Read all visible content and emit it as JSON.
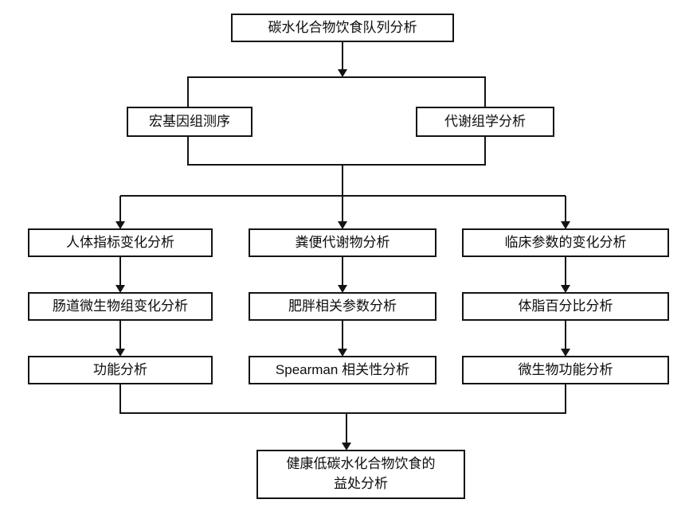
{
  "diagram": {
    "type": "flowchart",
    "background_color": "#ffffff",
    "line_color": "#141414",
    "box_border_color": "#141414",
    "text_color": "#0d0d0d",
    "nodes": {
      "cohort": {
        "label": "碳水化合物饮食队列分析"
      },
      "metagenomics": {
        "label": "宏基因组测序"
      },
      "metabolomics": {
        "label": "代谢组学分析"
      },
      "body_index": {
        "label": "人体指标变化分析"
      },
      "fecal_metabolites": {
        "label": "粪便代谢物分析"
      },
      "clinical_params": {
        "label": "临床参数的变化分析"
      },
      "gut_microbiome": {
        "label": "肠道微生物组变化分析"
      },
      "obesity_params": {
        "label": "肥胖相关参数分析"
      },
      "body_fat": {
        "label": "体脂百分比分析"
      },
      "functional": {
        "label": "功能分析"
      },
      "spearman": {
        "label": "Spearman 相关性分析"
      },
      "microbial_function": {
        "label": "微生物功能分析"
      },
      "benefits": {
        "label_line1": "健康低碳水化合物饮食的",
        "label_line2": "益处分析"
      }
    },
    "edges": [
      {
        "from": "cohort",
        "to": "metagenomics"
      },
      {
        "from": "cohort",
        "to": "metabolomics"
      },
      {
        "from": "metagenomics",
        "to": "body_index"
      },
      {
        "from": "metagenomics",
        "to": "fecal_metabolites"
      },
      {
        "from": "metagenomics",
        "to": "clinical_params"
      },
      {
        "from": "metabolomics",
        "to": "body_index"
      },
      {
        "from": "metabolomics",
        "to": "fecal_metabolites"
      },
      {
        "from": "metabolomics",
        "to": "clinical_params"
      },
      {
        "from": "body_index",
        "to": "gut_microbiome"
      },
      {
        "from": "gut_microbiome",
        "to": "functional"
      },
      {
        "from": "fecal_metabolites",
        "to": "obesity_params"
      },
      {
        "from": "obesity_params",
        "to": "spearman"
      },
      {
        "from": "clinical_params",
        "to": "body_fat"
      },
      {
        "from": "body_fat",
        "to": "microbial_function"
      },
      {
        "from": "functional",
        "to": "benefits"
      },
      {
        "from": "spearman",
        "to": "benefits"
      },
      {
        "from": "microbial_function",
        "to": "benefits"
      }
    ]
  }
}
